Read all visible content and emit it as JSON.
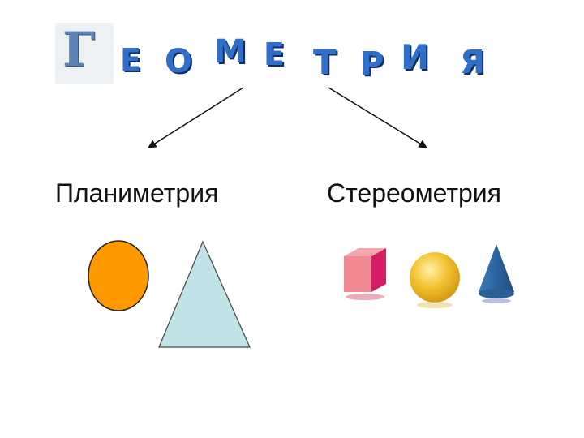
{
  "title": {
    "letters": [
      "Г",
      "Е",
      "О",
      "М",
      "Е",
      "Т",
      "Р",
      "И",
      "Я"
    ],
    "first_letter_color": "#5b83b3",
    "letters_color": "#2f6fca"
  },
  "branches": {
    "left": "Планиметрия",
    "right": "Стереометрия"
  },
  "colors": {
    "circle": "#ff9900",
    "triangle": "#bfe3e6",
    "cube": "#e8607a",
    "sphere": "#f3c12f",
    "cone": "#2f6fa8"
  }
}
